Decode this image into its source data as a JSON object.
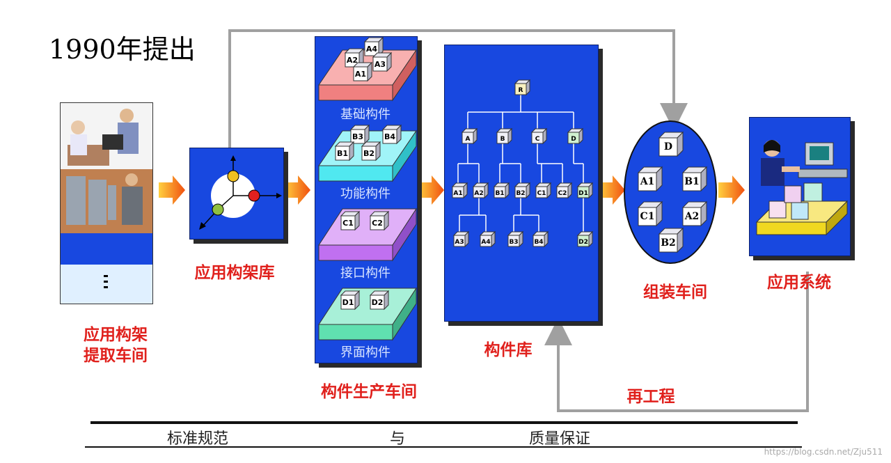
{
  "title": "1990年提出",
  "extraction_workshop": {
    "line1": "应用构架",
    "line2": "提取车间"
  },
  "framework_library": {
    "label": "应用构架库"
  },
  "production_workshop": {
    "label": "构件生产车间",
    "slabs": [
      {
        "label": "基础构件",
        "color": "#f08080",
        "blocks": [
          "A2",
          "A4",
          "A3",
          "A1"
        ]
      },
      {
        "label": "功能构件",
        "color": "#50e8f0",
        "blocks": [
          "B3",
          "B4",
          "B1",
          "B2"
        ]
      },
      {
        "label": "接口构件",
        "color": "#c070f0",
        "blocks": [
          "C1",
          "C2"
        ]
      },
      {
        "label": "界面构件",
        "color": "#60e0b0",
        "blocks": [
          "D1",
          "D2"
        ]
      }
    ]
  },
  "component_library": {
    "label": "构件库",
    "root": "R",
    "level1": [
      "A",
      "B",
      "C",
      "D"
    ],
    "level2": [
      "A1",
      "A2",
      "B1",
      "B2",
      "C1",
      "C2",
      "D1"
    ],
    "level3": [
      "A3",
      "A4",
      "B3",
      "B4",
      "D2"
    ]
  },
  "assembly_workshop": {
    "label": "组装车间",
    "blocks": [
      "D",
      "A1",
      "B1",
      "C1",
      "A2",
      "B2"
    ]
  },
  "application_system": {
    "label": "应用系统"
  },
  "reengineering": {
    "label": "再工程"
  },
  "footer": {
    "left": "标准规范",
    "middle": "与",
    "right": "质量保证"
  },
  "watermark": "https://blog.csdn.net/Zju511",
  "colors": {
    "blue_panel": "#1848e0",
    "red_label": "#e0201c",
    "orange_arrow": "#f07010",
    "gray_arrow": "#a0a0a0"
  }
}
